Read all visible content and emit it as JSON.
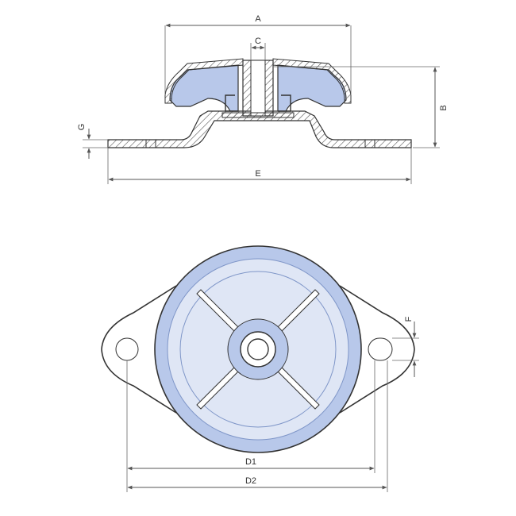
{
  "colors": {
    "rubber": "#b8c8ea",
    "rubber_light": "#dfe6f5",
    "line": "#333333",
    "dimension": "#555555",
    "hatch": "#555555"
  },
  "dimensions": {
    "A": "A",
    "B": "B",
    "C": "C",
    "E": "E",
    "F": "F",
    "G": "G",
    "D1": "D1",
    "D2": "D2"
  }
}
